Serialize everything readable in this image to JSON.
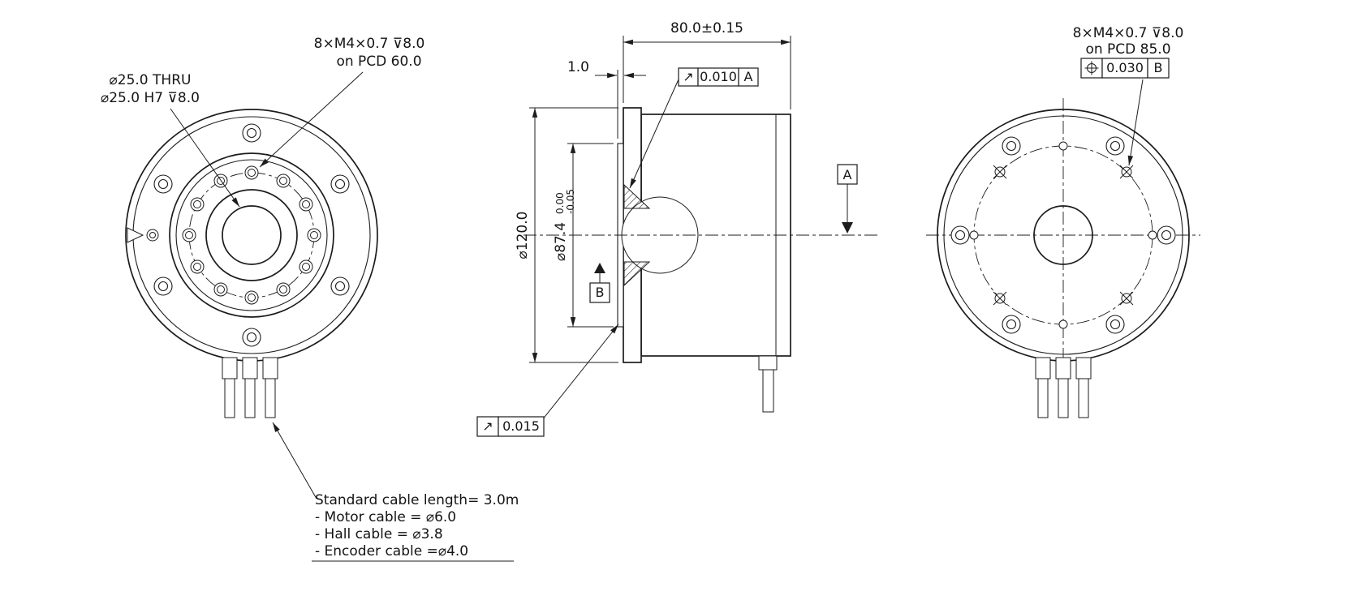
{
  "colors": {
    "line": "#1c1c1c",
    "background": "#ffffff"
  },
  "front_view": {
    "bore_callout": {
      "line1": "⌀25.0 THRU",
      "line2": "⌀25.0 H7 ⊽8.0"
    },
    "thread_callout": {
      "line1": "8×M4×0.7 ⊽8.0",
      "line2": "on PCD 60.0"
    },
    "cable_note": {
      "lines": [
        "Standard cable length= 3.0m",
        "- Motor cable = ⌀6.0",
        "- Hall cable = ⌀3.8",
        "- Encoder cable =⌀4.0"
      ]
    }
  },
  "side_view": {
    "width_dim": "80.0±0.15",
    "step_dim": "1.0",
    "outer_dia_dim": "⌀120.0",
    "pilot_dia_dim": "⌀87.4",
    "pilot_tol_upper": "0.00",
    "pilot_tol_lower": "-0.05",
    "runout_top": {
      "symbol": "↗",
      "value": "0.010",
      "datum": "A"
    },
    "runout_bottom": {
      "symbol": "↗",
      "value": "0.015"
    },
    "datum_a": "A",
    "datum_b": "B"
  },
  "rear_view": {
    "thread_callout": {
      "line1": "8×M4×0.7 ⊽8.0",
      "line2": "on PCD 85.0"
    },
    "position_tol": {
      "symbol": "⌖",
      "value": "0.030",
      "datum": "B"
    }
  }
}
